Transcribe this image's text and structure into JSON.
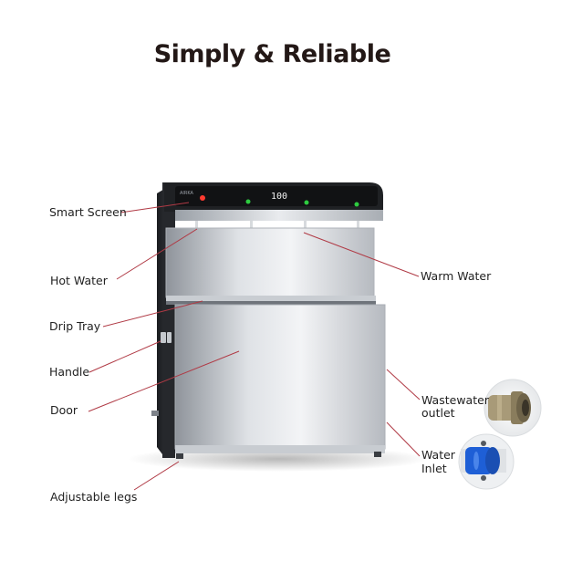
{
  "title": "Simply & Reliable",
  "display": {
    "readout": "100"
  },
  "labels": {
    "smart_screen": "Smart Screen",
    "hot_water": "Hot Water",
    "drip_tray": "Drip Tray",
    "handle": "Handle",
    "door": "Door",
    "adjustable_legs": "Adjustable legs",
    "warm_water": "Warm Water",
    "wastewater_outlet_1": "Wastewater",
    "wastewater_outlet_2": "outlet",
    "water_inlet_1": "Water",
    "water_inlet_2": "Inlet"
  },
  "colors": {
    "leader_line": "#b03a45",
    "indicator_green": "#2ecc40",
    "indicator_red": "#ff3b30",
    "inlet_blue": "#1e5fd6",
    "brass": "#a89a78"
  }
}
